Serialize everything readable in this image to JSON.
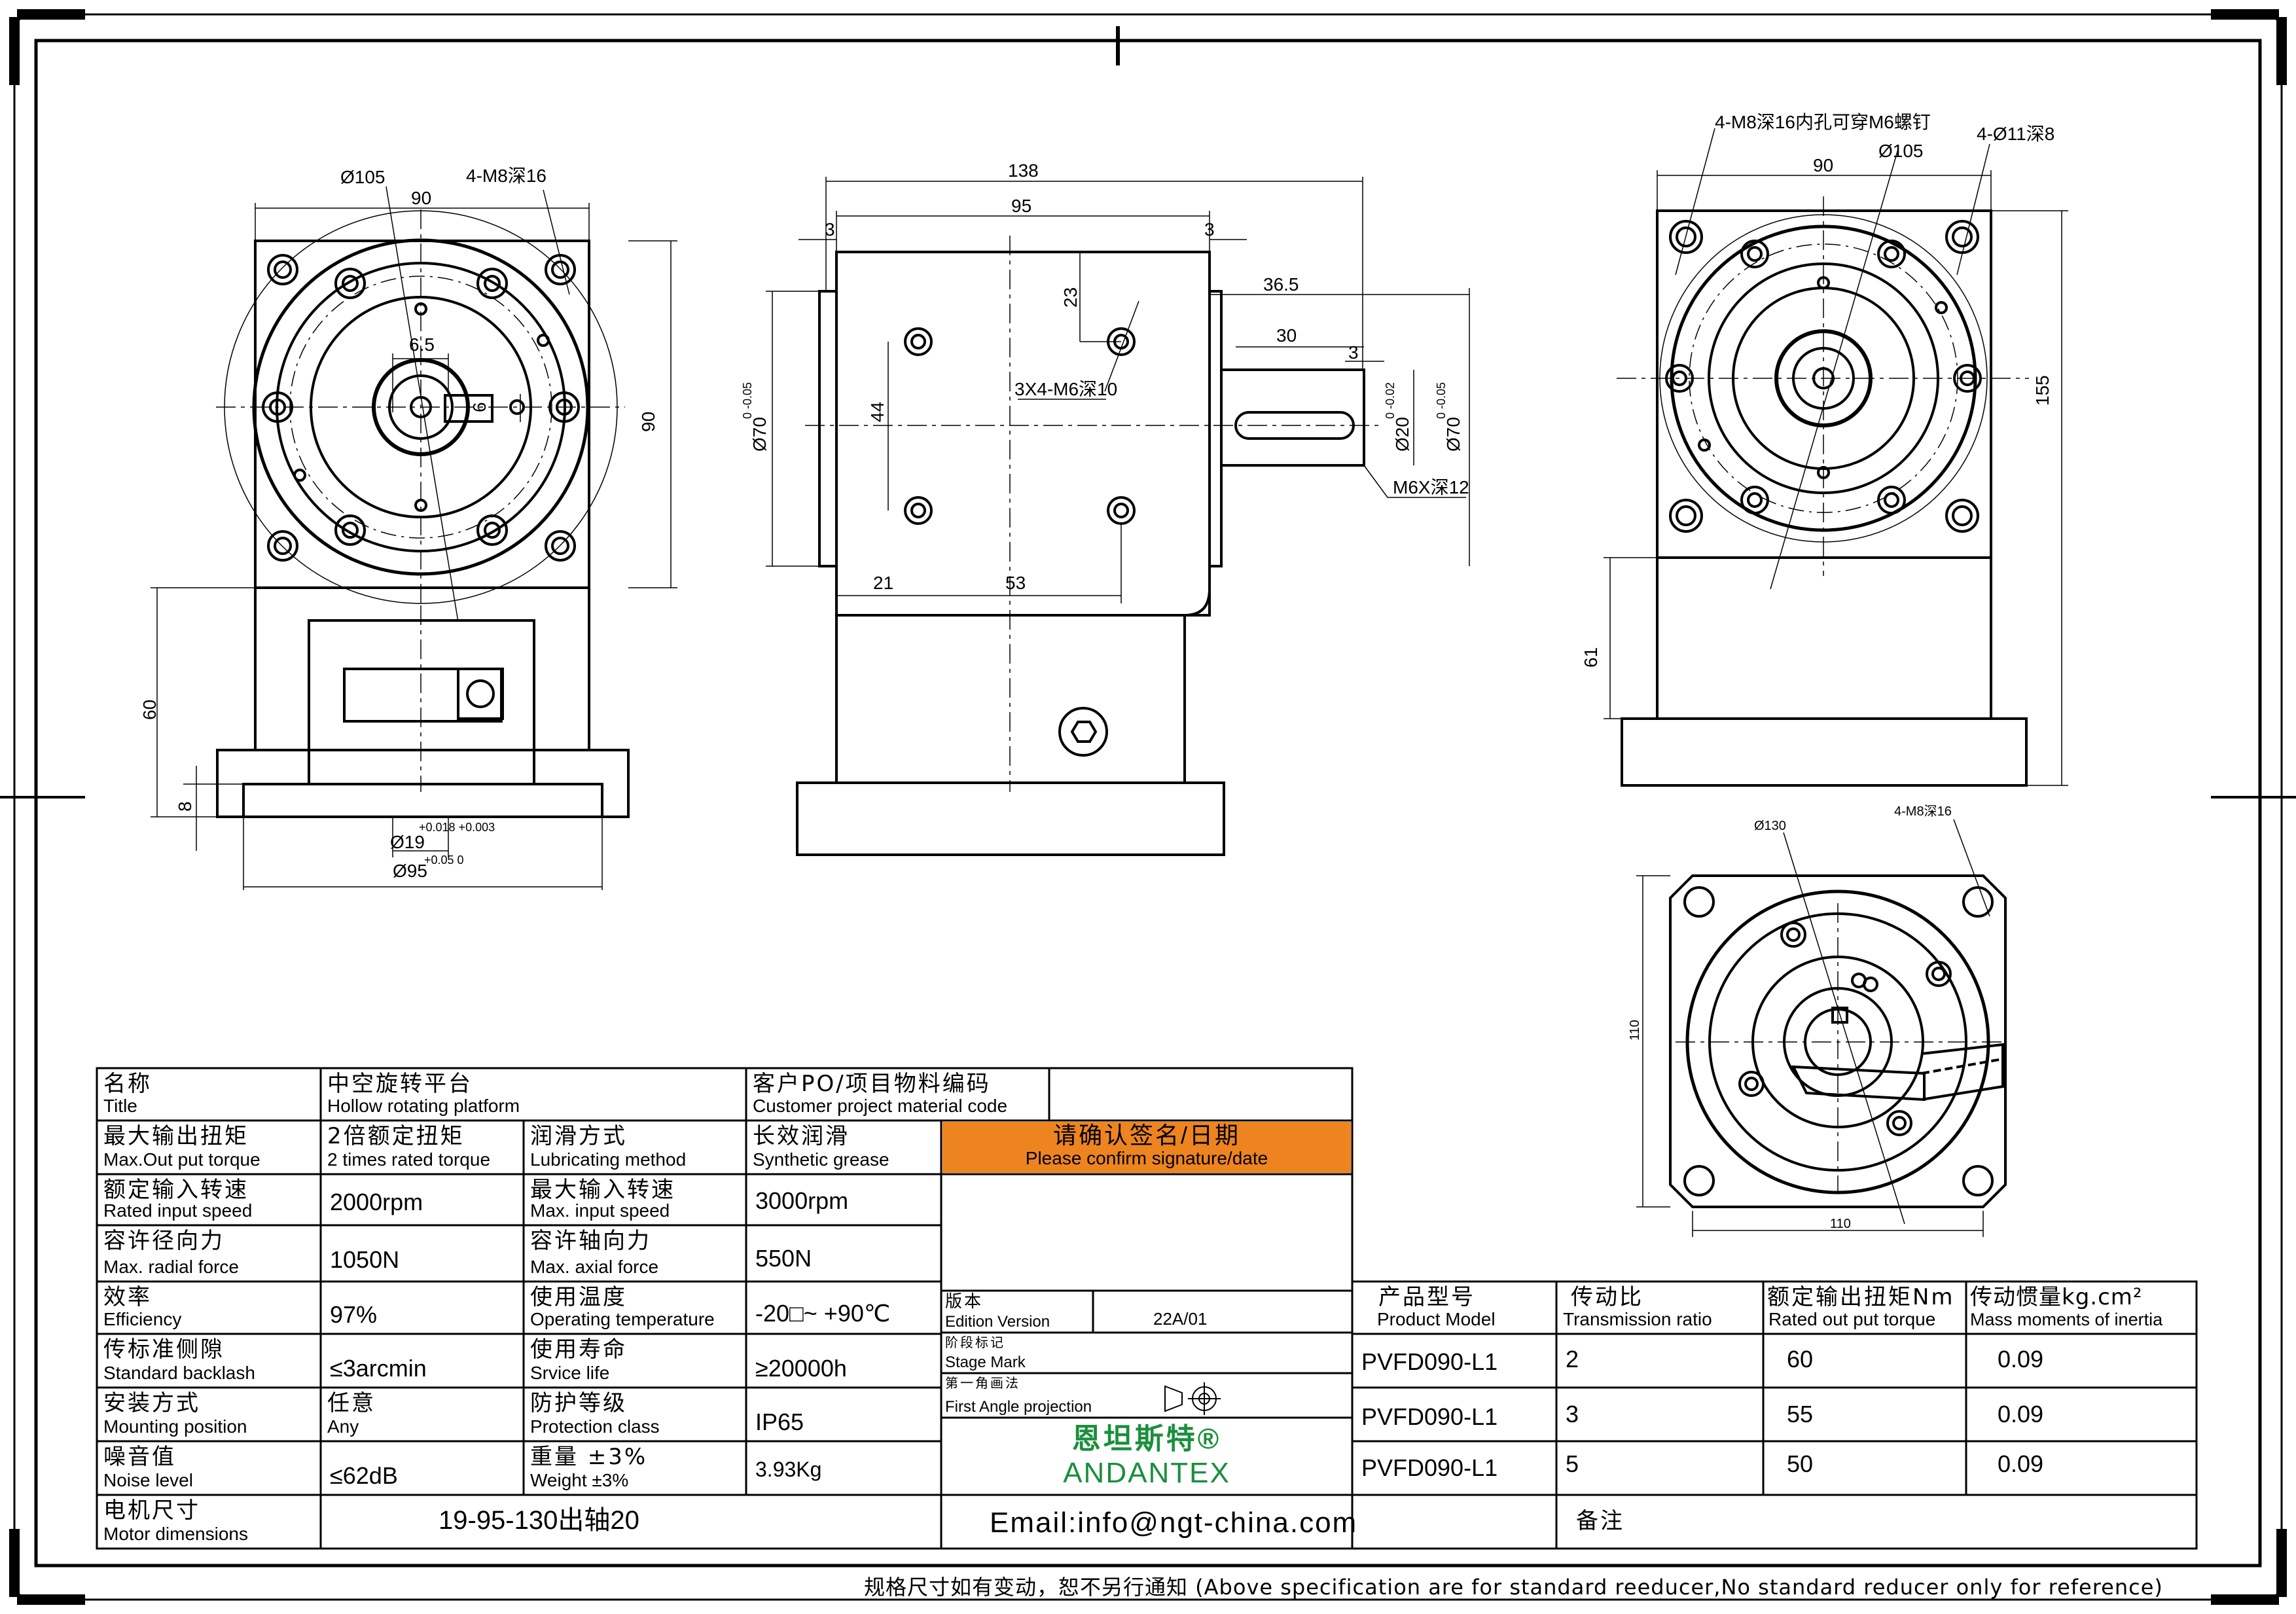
{
  "title_zh": "名称",
  "title_en": "Title",
  "title_val_zh": "中空旋转平台",
  "title_val_en": "Hollow rotating platform",
  "customer_zh": "客户PO/项目物料编码",
  "customer_en": "Customer project material code",
  "rows": [
    {
      "zh": "最大输出扭矩",
      "en": "Max.Out put torque",
      "val_zh": "2倍额定扭矩",
      "val_en": "2 times rated torque",
      "k2_zh": "润滑方式",
      "k2_en": "Lubricating method",
      "v2_zh": "长效润滑",
      "v2_en": "Synthetic grease"
    },
    {
      "zh": "额定输入转速",
      "en": "Rated input speed",
      "val": "2000rpm",
      "k2_zh": "最大输入转速",
      "k2_en": "Max. input speed",
      "v2": "3000rpm"
    },
    {
      "zh": "容许径向力",
      "en": "Max. radial force",
      "val": "1050N",
      "k2_zh": "容许轴向力",
      "k2_en": "Max. axial force",
      "v2": "550N"
    },
    {
      "zh": "效率",
      "en": "Efficiency",
      "val": "97%",
      "k2_zh": "使用温度",
      "k2_en": "Operating temperature",
      "v2": "-20□~ +90℃"
    },
    {
      "zh": "传标准侧隙",
      "en": "Standard backlash",
      "val": "≤3arcmin",
      "k2_zh": "使用寿命",
      "k2_en": "Srvice life",
      "v2": "≥20000h"
    },
    {
      "zh": "安装方式",
      "en": "Mounting position",
      "val": "任意",
      "val2": "Any",
      "k2_zh": "防护等级",
      "k2_en": "Protection class",
      "v2": "IP65"
    },
    {
      "zh": "噪音值",
      "en": "Noise level",
      "val": "≤62dB",
      "k2_zh": "重量 ±3%",
      "k2_en": "Weight ±3%",
      "v2": "3.93Kg"
    }
  ],
  "motor_zh": "电机尺寸",
  "motor_en": "Motor dimensions",
  "motor_val": "19-95-130出轴20",
  "confirm_zh": "请确认签名/日期",
  "confirm_en": "Please confirm signature/date",
  "edition_zh": "版本",
  "edition_en": "Edition Version",
  "edition_val": "22A/01",
  "stage_zh": "阶段标记",
  "stage_en": "Stage Mark",
  "proj_zh": "第一角画法",
  "proj_en": "First Angle projection",
  "brand_zh": "恩坦斯特®",
  "brand_en": "ANDANTEX",
  "email": "Email:info@ngt-china.com",
  "notes_zh": "备注",
  "model_table": {
    "headers": [
      {
        "zh": "产品型号",
        "en": "Product Model"
      },
      {
        "zh": "传动比",
        "en": "Transmission ratio"
      },
      {
        "zh": "额定输出扭矩Nm",
        "en": "Rated out put torque"
      },
      {
        "zh": "传动惯量kg.cm²",
        "en": "Mass moments of inertia"
      }
    ],
    "rows": [
      [
        "PVFD090-L1",
        "2",
        "60",
        "0.09"
      ],
      [
        "PVFD090-L1",
        "3",
        "55",
        "0.09"
      ],
      [
        "PVFD090-L1",
        "5",
        "50",
        "0.09"
      ]
    ]
  },
  "footer": "规格尺寸如有变动，恕不另行通知  (Above specification are for standard reeducer,No standard reducer only for reference)",
  "dims": {
    "front_d105": "Ø105",
    "front_m8": "4-M8深16",
    "front_90top": "90",
    "front_90side": "90",
    "front_65": "6.5",
    "front_6": "6",
    "front_60": "60",
    "front_8": "8",
    "front_d19": "Ø19",
    "front_d19_tol": "+0.018 +0.003",
    "front_d95": "Ø95",
    "front_d95_tol": "+0.05 0",
    "side_138": "138",
    "side_95": "95",
    "side_3a": "3",
    "side_3b": "3",
    "side_23": "23",
    "side_365": "36.5",
    "side_30": "30",
    "side_3c": "3",
    "side_m6": "3X4-M6深10",
    "side_44": "44",
    "side_d70a": "Ø70",
    "side_d70a_tol": "0 -0.05",
    "side_d20": "Ø20",
    "side_d20_tol": "0 -0.02",
    "side_d70b": "Ø70",
    "side_d70b_tol": "0 -0.05",
    "side_m6x": "M6X深12",
    "side_21": "21",
    "side_53": "53",
    "top_m8": "4-M8深16内孔可穿M6螺钉",
    "top_d105": "Ø105",
    "top_d11": "4-Ø11深8",
    "top_90": "90",
    "top_155": "155",
    "top_61": "61",
    "bot_d130": "Ø130",
    "bot_m8": "4-M8深16",
    "bot_110side": "110",
    "bot_110bottom": "110"
  }
}
